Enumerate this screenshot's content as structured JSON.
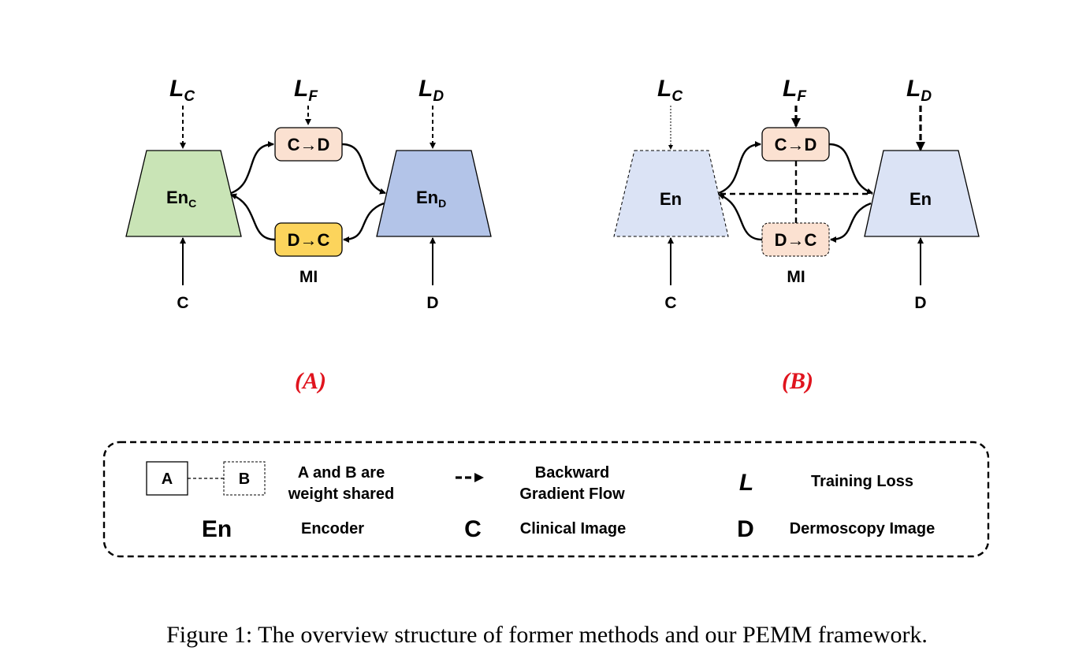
{
  "colors": {
    "encoder_c": "#c9e4b6",
    "encoder_d": "#b3c4e8",
    "encoder_shared": "#dbe3f5",
    "map_light": "#fbe1d1",
    "map_yellow": "#fcd45c",
    "panel_label": "#e0141e"
  },
  "panel_a": {
    "label": "(A)",
    "loss_c": {
      "main": "L",
      "sub": "C"
    },
    "loss_f": {
      "main": "L",
      "sub": "F"
    },
    "loss_d": {
      "main": "L",
      "sub": "D"
    },
    "encoder_c": {
      "main": "En",
      "sub": "C"
    },
    "encoder_d": {
      "main": "En",
      "sub": "D"
    },
    "map_c_to_d": "C→D",
    "map_d_to_c": "D→C",
    "mi_label": "MI",
    "input_c": "C",
    "input_d": "D"
  },
  "panel_b": {
    "label": "(B)",
    "loss_c": {
      "main": "L",
      "sub": "C"
    },
    "loss_f": {
      "main": "L",
      "sub": "F"
    },
    "loss_d": {
      "main": "L",
      "sub": "D"
    },
    "encoder_left": "En",
    "encoder_right": "En",
    "map_c_to_d": "C→D",
    "map_d_to_c": "D→C",
    "mi_label": "MI",
    "input_c": "C",
    "input_d": "D"
  },
  "legend": {
    "box_a": "A",
    "box_b": "B",
    "shared_text_1": "A and B are",
    "shared_text_2": "weight shared",
    "backward_text_1": "Backward",
    "backward_text_2": "Gradient Flow",
    "loss_symbol": "L",
    "loss_text": "Training Loss",
    "en_symbol": "En",
    "en_text": "Encoder",
    "c_symbol": "C",
    "c_text": "Clinical Image",
    "d_symbol": "D",
    "d_text": "Dermoscopy Image"
  },
  "caption": "Figure 1: The overview structure of former methods and our PEMM framework."
}
